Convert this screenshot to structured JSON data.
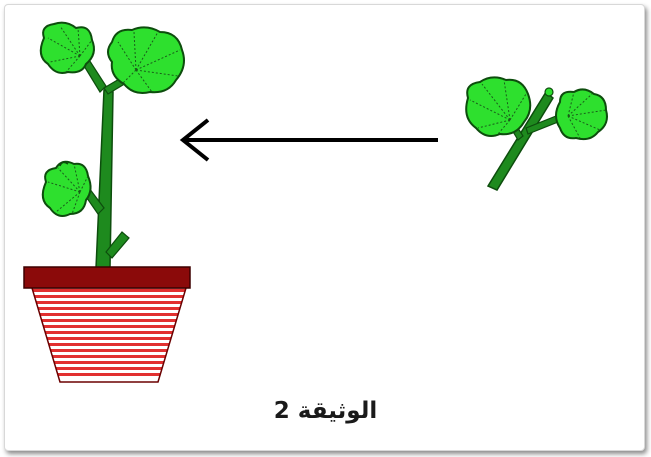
{
  "caption": "الوثيقة 2",
  "colors": {
    "leaf_fill": "#2ee02e",
    "leaf_vein": "#1a5c1a",
    "stem": "#1e8a1e",
    "pot_rim": "#8b0a0a",
    "pot_stripe": "#e23030",
    "arrow": "#000000"
  },
  "elements": {
    "potted_plant": "mother-plant",
    "cutting": "stem-cutting",
    "arrow": "left-arrow"
  }
}
